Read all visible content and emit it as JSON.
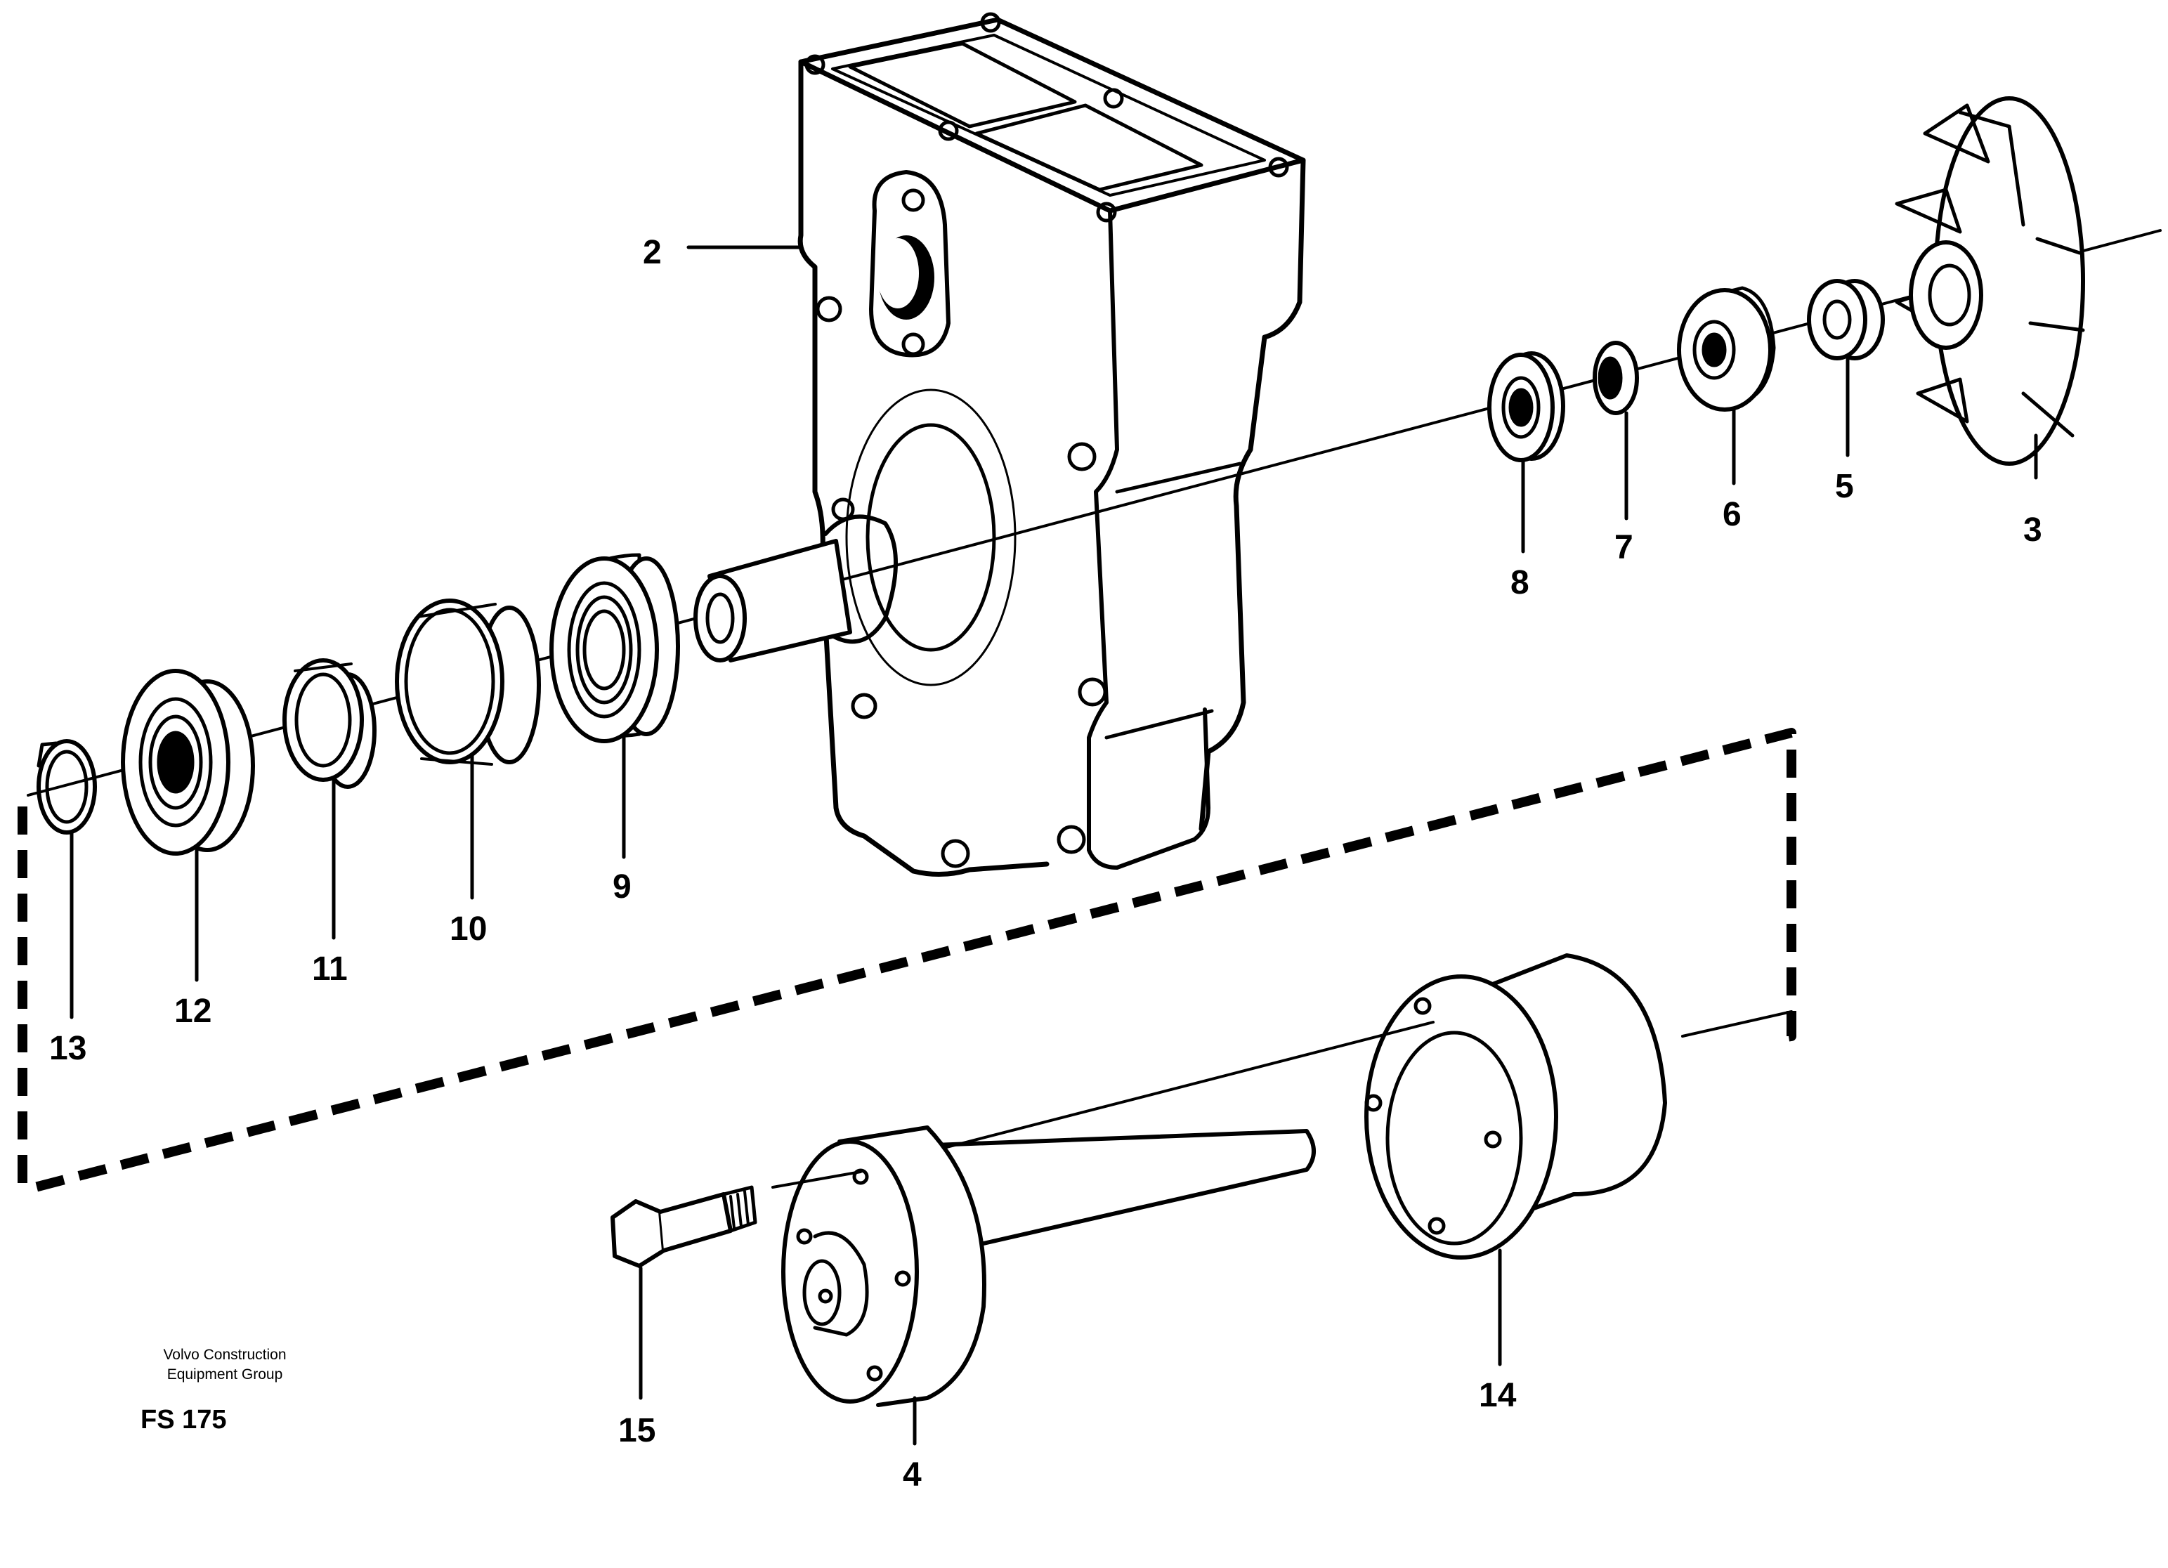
{
  "credit": {
    "line1": "Volvo Construction",
    "line2": "Equipment Group"
  },
  "figure_code": "FS 175",
  "callouts": {
    "c1": "2",
    "c2": "3",
    "c3": "5",
    "c4": "6",
    "c5": "7",
    "c6": "8",
    "c7": "9",
    "c8": "10",
    "c9": "11",
    "c10": "12",
    "c11": "13",
    "c12": "14",
    "c13": "15",
    "c14": "4"
  },
  "colors": {
    "ink": "#000000",
    "paper": "#ffffff"
  }
}
